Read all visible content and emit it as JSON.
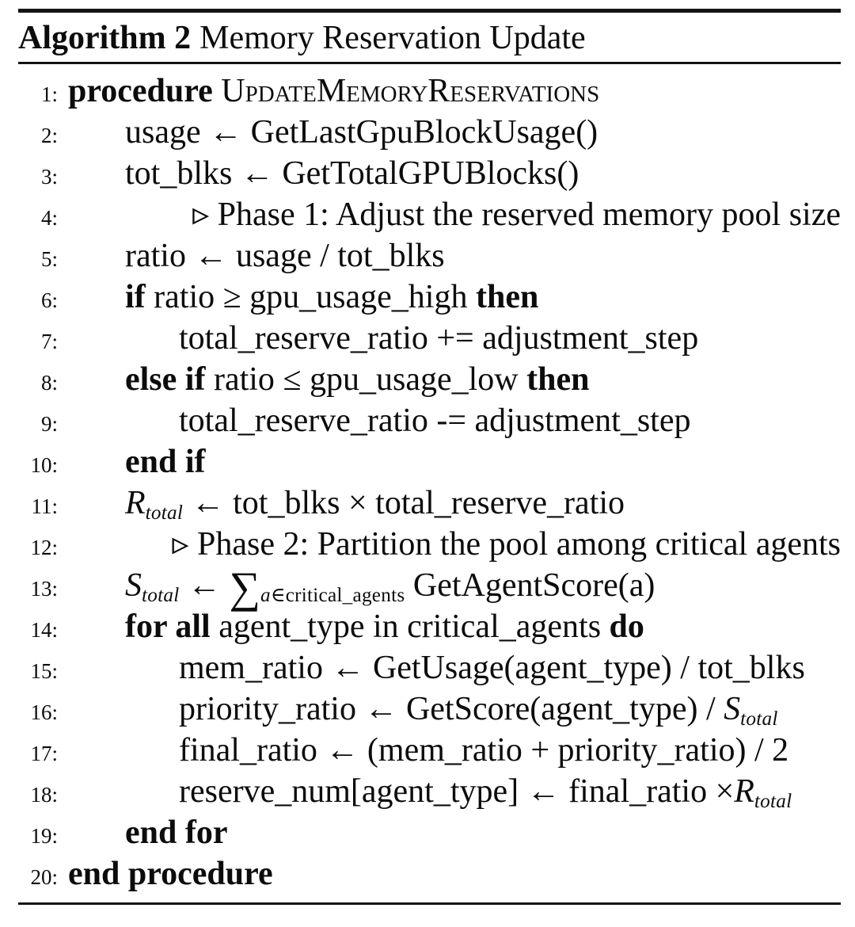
{
  "title": {
    "label": "Algorithm 2",
    "caption": "Memory Reservation Update"
  },
  "colors": {
    "text": "#0c0c0c",
    "rule": "#141414",
    "background": "#ffffff"
  },
  "lines": [
    {
      "num": "1:",
      "indent": 0,
      "comment": false,
      "segments": [
        {
          "t": "procedure ",
          "s": "kw"
        },
        {
          "t": "UpdateMemoryReservations",
          "s": "sc"
        }
      ]
    },
    {
      "num": "2:",
      "indent": 1,
      "comment": false,
      "segments": [
        {
          "t": "usage ← GetLastGpuBlockUsage()",
          "s": "txt"
        }
      ]
    },
    {
      "num": "3:",
      "indent": 1,
      "comment": false,
      "segments": [
        {
          "t": "tot_blks ← GetTotalGPUBlocks()",
          "s": "txt"
        }
      ]
    },
    {
      "num": "4:",
      "indent": 1,
      "comment": true,
      "segments": [
        {
          "t": "▹ Phase 1: Adjust the reserved memory pool size",
          "s": "txt"
        }
      ]
    },
    {
      "num": "5:",
      "indent": 1,
      "comment": false,
      "segments": [
        {
          "t": "ratio ← usage / tot_blks",
          "s": "txt"
        }
      ]
    },
    {
      "num": "6:",
      "indent": 1,
      "comment": false,
      "segments": [
        {
          "t": "if ",
          "s": "kw"
        },
        {
          "t": "ratio ≥ gpu_usage_high ",
          "s": "txt"
        },
        {
          "t": "then",
          "s": "kw"
        }
      ]
    },
    {
      "num": "7:",
      "indent": 2,
      "comment": false,
      "segments": [
        {
          "t": "total_reserve_ratio += adjustment_step",
          "s": "txt"
        }
      ]
    },
    {
      "num": "8:",
      "indent": 1,
      "comment": false,
      "segments": [
        {
          "t": "else if ",
          "s": "kw"
        },
        {
          "t": "ratio ≤ gpu_usage_low ",
          "s": "txt"
        },
        {
          "t": "then",
          "s": "kw"
        }
      ]
    },
    {
      "num": "9:",
      "indent": 2,
      "comment": false,
      "segments": [
        {
          "t": "total_reserve_ratio -= adjustment_step",
          "s": "txt"
        }
      ]
    },
    {
      "num": "10:",
      "indent": 1,
      "comment": false,
      "segments": [
        {
          "t": "end if",
          "s": "kw"
        }
      ]
    },
    {
      "num": "11:",
      "indent": 1,
      "comment": false,
      "segments": [
        {
          "t": "R",
          "s": "it"
        },
        {
          "t": "total",
          "s": "subit"
        },
        {
          "t": " ← tot_blks × total_reserve_ratio",
          "s": "txt"
        }
      ]
    },
    {
      "num": "12:",
      "indent": 1,
      "comment": true,
      "segments": [
        {
          "t": "▹ Phase 2: Partition the pool among critical agents",
          "s": "txt"
        }
      ]
    },
    {
      "num": "13:",
      "indent": 1,
      "comment": false,
      "segments": [
        {
          "t": "S",
          "s": "it"
        },
        {
          "t": "total",
          "s": "subit"
        },
        {
          "t": " ← ",
          "s": "txt"
        },
        {
          "t": "∑",
          "s": "sum"
        },
        {
          "t": "a",
          "s": "subit"
        },
        {
          "t": "∈critical_agents",
          "s": "subrm"
        },
        {
          "t": " GetAgentScore(a)",
          "s": "txt"
        }
      ]
    },
    {
      "num": "14:",
      "indent": 1,
      "comment": false,
      "segments": [
        {
          "t": "for all ",
          "s": "kw"
        },
        {
          "t": "agent_type in critical_agents ",
          "s": "txt"
        },
        {
          "t": "do",
          "s": "kw"
        }
      ]
    },
    {
      "num": "15:",
      "indent": 2,
      "comment": false,
      "segments": [
        {
          "t": "mem_ratio ← GetUsage(agent_type) / tot_blks",
          "s": "txt"
        }
      ]
    },
    {
      "num": "16:",
      "indent": 2,
      "comment": false,
      "segments": [
        {
          "t": "priority_ratio ← GetScore(agent_type) / ",
          "s": "txt"
        },
        {
          "t": "S",
          "s": "it"
        },
        {
          "t": "total",
          "s": "subit"
        }
      ]
    },
    {
      "num": "17:",
      "indent": 2,
      "comment": false,
      "segments": [
        {
          "t": "final_ratio ← (mem_ratio + priority_ratio) / 2",
          "s": "txt"
        }
      ]
    },
    {
      "num": "18:",
      "indent": 2,
      "comment": false,
      "segments": [
        {
          "t": "reserve_num[agent_type] ← final_ratio ×",
          "s": "txt"
        },
        {
          "t": "R",
          "s": "it"
        },
        {
          "t": "total",
          "s": "subit"
        }
      ]
    },
    {
      "num": "19:",
      "indent": 1,
      "comment": false,
      "segments": [
        {
          "t": "end for",
          "s": "kw"
        }
      ]
    },
    {
      "num": "20:",
      "indent": 0,
      "comment": false,
      "segments": [
        {
          "t": "end procedure",
          "s": "kw"
        }
      ]
    }
  ]
}
